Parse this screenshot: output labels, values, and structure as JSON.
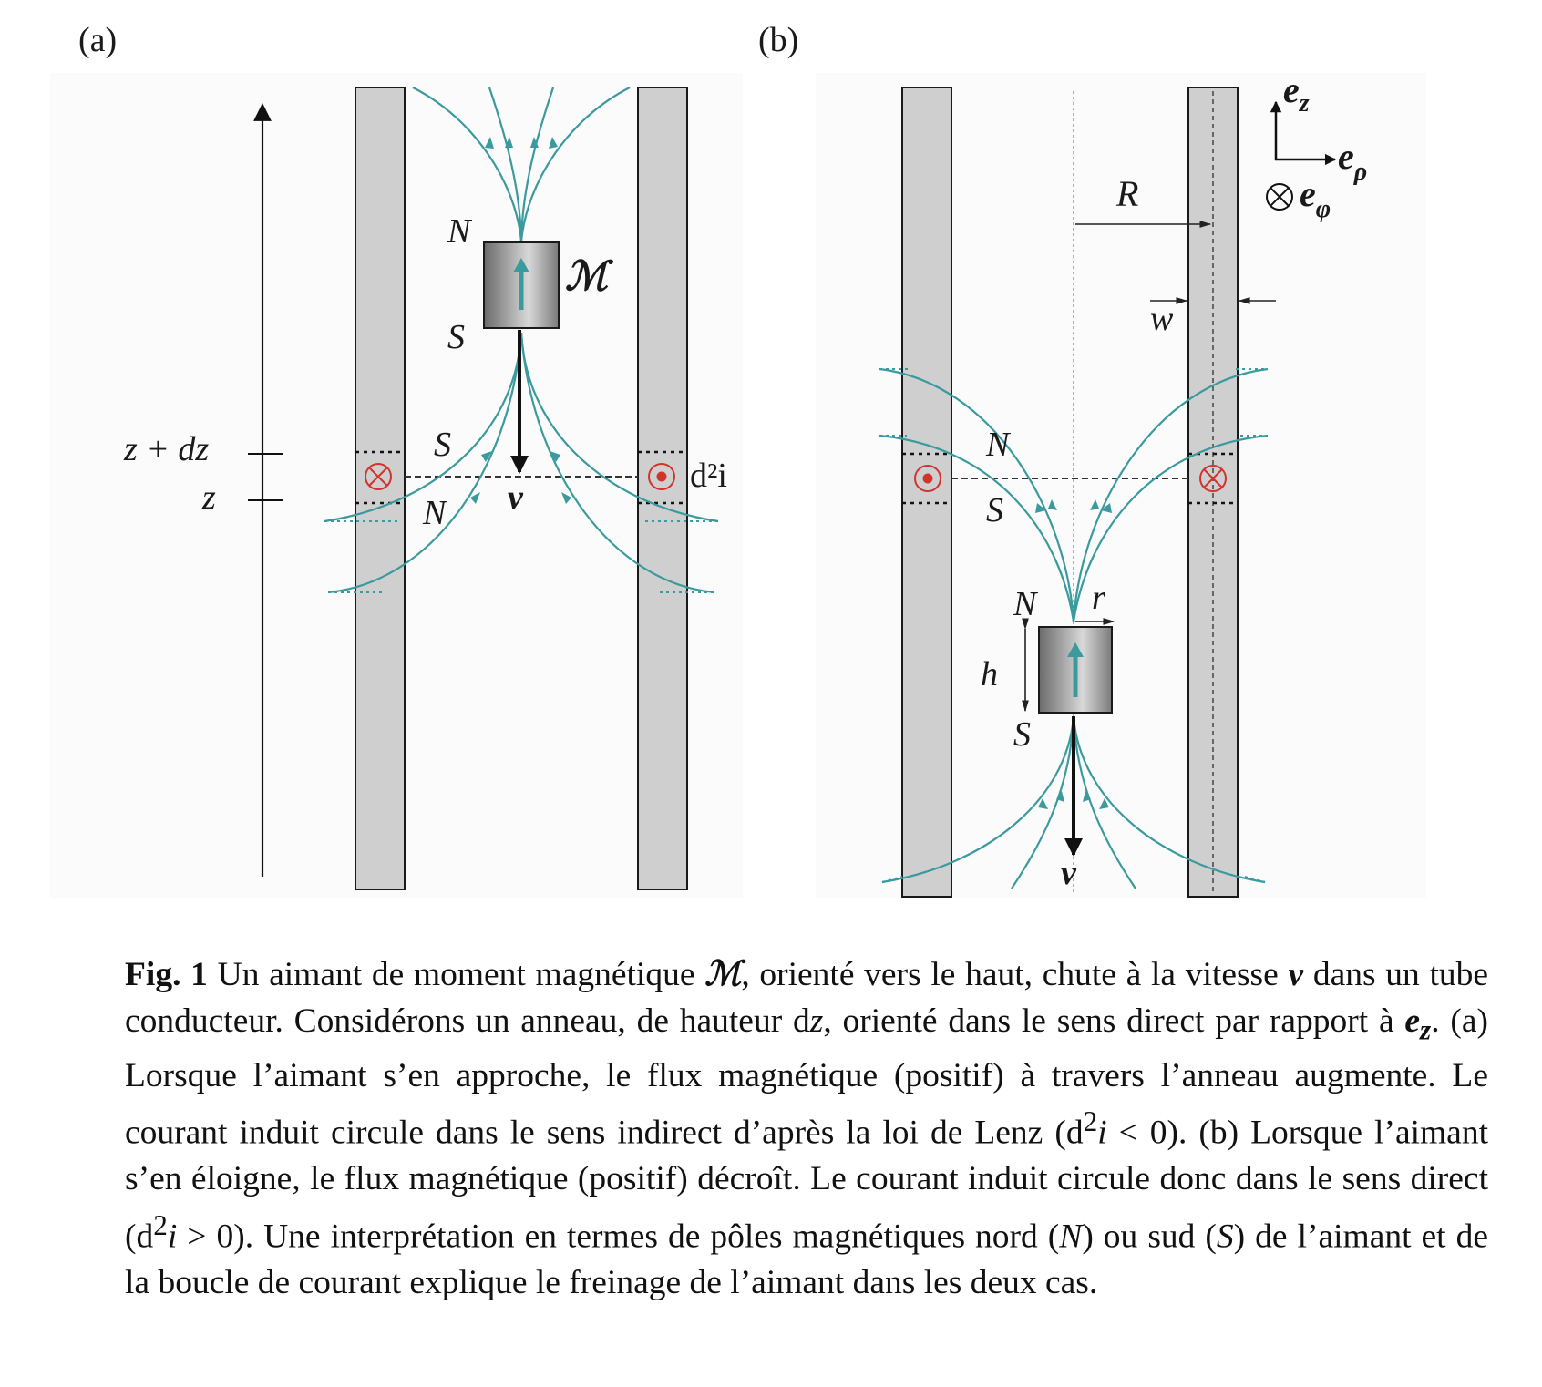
{
  "panels": {
    "a": {
      "label": "(a)",
      "pole_n_top": "N",
      "pole_s_top": "S",
      "moment_label": "ℳ",
      "ring_pole_upper": "S",
      "ring_pole_lower": "N",
      "velocity_label": "v",
      "axis_label_upper": "z + dz",
      "axis_label_lower": "z",
      "current_label": "d²i"
    },
    "b": {
      "label": "(b)",
      "basis_ez": "e",
      "basis_ez_sub": "z",
      "basis_erho": "e",
      "basis_erho_sub": "ρ",
      "basis_ephi_symbol": "⊗",
      "basis_ephi": "e",
      "basis_ephi_sub": "φ",
      "radius_label": "R",
      "thickness_label": "w",
      "ring_pole_upper": "N",
      "ring_pole_lower": "S",
      "magnet_pole_n": "N",
      "magnet_pole_s": "S",
      "magnet_radius_label": "r",
      "magnet_height_label": "h",
      "velocity_label": "v"
    }
  },
  "colors": {
    "tube_fill": "#cfcfcf",
    "field_line": "#3a9a9e",
    "current_red": "#d0342c",
    "magnet_mid": "#cfcfcf",
    "magnet_dark": "#6a6a6a"
  },
  "caption": {
    "fig_label": "Fig. 1",
    "p1": "Un aimant de moment magnétique",
    "moment_symbol": "ℳ",
    "p2": ", orienté vers le haut, chute à la vitesse",
    "v_symbol": "v",
    "p3": "dans un tube conducteur. Considérons un anneau, de hauteur d",
    "z_symbol": "z",
    "p4": ", orienté dans le sens direct par rapport à",
    "ez_symbol": "e",
    "ez_sub": "z",
    "p5": ". (a) Lorsque l’aimant s’en approche, le flux magnétique (positif) à travers l’anneau augmente. Le courant induit circule dans le sens indirect d’après la loi de Lenz (d",
    "sup2": "2",
    "i_symbol": "i",
    "p6": " < 0). (b) Lorsque l’aimant s’en éloigne, le flux magnétique (positif) décroît. Le courant induit circule donc dans le sens direct (d",
    "p7": " > 0). Une interprétation en termes de pôles magnétiques nord (",
    "n_symbol": "N",
    "p8": ") ou sud (",
    "s_symbol": "S",
    "p9": ") de l’aimant et de la boucle de courant explique le freinage de l’aimant dans les deux cas."
  }
}
